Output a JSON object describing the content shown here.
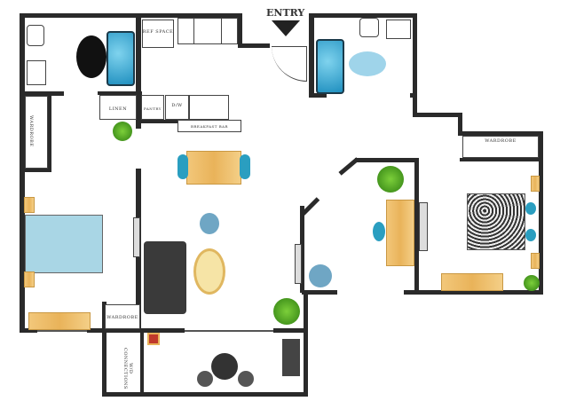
{
  "entry_label": "ENTRY",
  "kitchen": {
    "ref_space": "REF SPACE",
    "linen": "LINEN",
    "pantry": "PANTRY",
    "dishwasher": "D/W",
    "breakfast_bar": "BREAKFAST BAR"
  },
  "bedroom1": {
    "wardrobe_top": "WARDROBE",
    "wardrobe_bottom": "WARDROBE"
  },
  "laundry": {
    "wd_connections": "W/D CONNECTIONS"
  },
  "bedroom2": {
    "wardrobe": "WARDROBE"
  },
  "colors": {
    "wall": "#2a2a2a",
    "bed": "#a9d6e5",
    "wood": "#e9b35a",
    "accent": "#2a9ec0"
  }
}
